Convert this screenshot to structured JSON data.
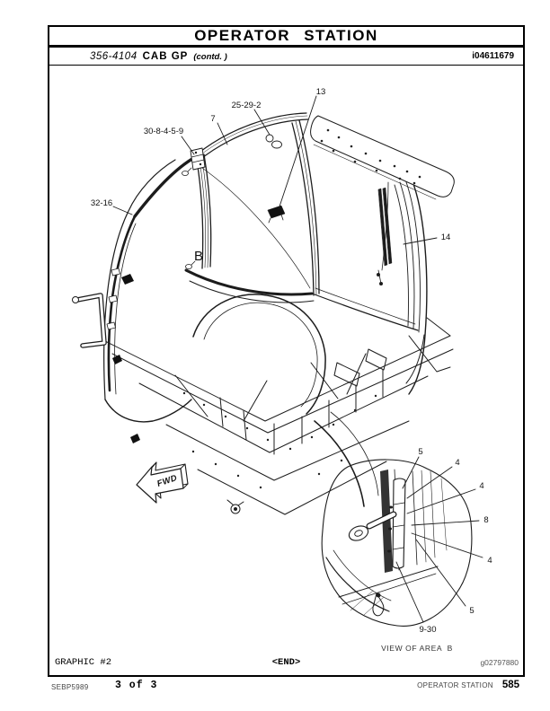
{
  "header": {
    "title": "OPERATOR STATION",
    "part_number": "356-4104",
    "part_name": "CAB GP",
    "contd_note": "(contd. )",
    "doc_id": "i04611679"
  },
  "drawing": {
    "callouts": [
      {
        "label": "25-29-2"
      },
      {
        "label": "13"
      },
      {
        "label": "7"
      },
      {
        "label": "30-8-4-5-9"
      },
      {
        "label": "32-16"
      },
      {
        "label": "14"
      }
    ],
    "area_marker": "B",
    "fwd_label": "FWD"
  },
  "inset": {
    "callouts": [
      {
        "label": "5"
      },
      {
        "label": "4"
      },
      {
        "label": "4"
      },
      {
        "label": "8"
      },
      {
        "label": "4"
      },
      {
        "label": "5"
      },
      {
        "label": "9-30"
      }
    ],
    "caption": "VIEW OF AREA  B"
  },
  "graphic_bar": {
    "graphic_label": "GRAPHIC #2",
    "end_marker": "<END>",
    "graphic_id": "g02797880"
  },
  "footer": {
    "manual_id": "SEBP5989",
    "page_info": "3 of 3",
    "section": "OPERATOR STATION",
    "page_number": "585"
  }
}
